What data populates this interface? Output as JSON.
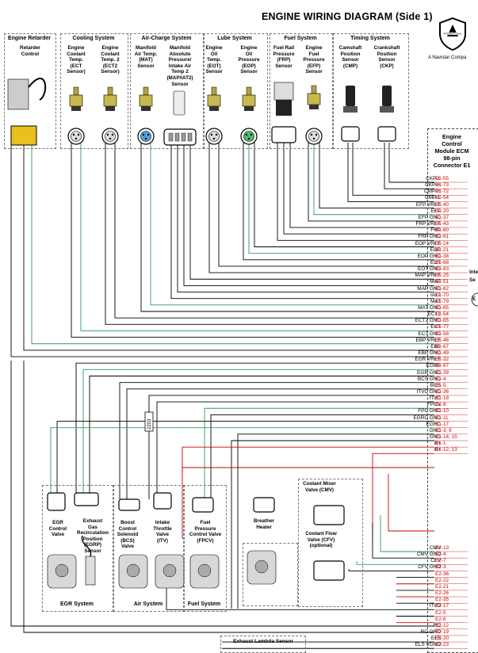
{
  "title": "ENGINE WIRING DIAGRAM (Side 1)",
  "brand": "A Navistar Compa",
  "groups": [
    {
      "header": "Engine Retarder",
      "sensors": [
        "Retarder\nControl"
      ]
    },
    {
      "header": "Cooling System",
      "sensors": [
        "Engine\nCoolant\nTemp.\n(ECT\nSensor)",
        "Engine\nCoolant\nTemp. 2\n(ECT2\nSensor)"
      ]
    },
    {
      "header": "Air-Charge System",
      "sensors": [
        "Manifold\nAir Temp.\n(MAT)\nSensor",
        "Manifold\nAbsolute\nPressure/\nIntake Air\nTemp 2\n(MAP/IAT2)\nSensor"
      ]
    },
    {
      "header": "Lube System",
      "sensors": [
        "Engine\nOil\nTemp.\n(EOT)\nSensor",
        "Engine\nOil\nPressure\n(EOP)\nSensor"
      ]
    },
    {
      "header": "Fuel System",
      "sensors": [
        "Fuel Rail\nPressure\n(FRP)\nSensor",
        "Engine\nFuel\nPressure\n(EFP)\nSensor"
      ]
    },
    {
      "header": "Timing System",
      "sensors": [
        "Camshaft\nPosition\nSensor\n(CMP)",
        "Crankshaft\nPosition\nSensor\n(CKP)"
      ]
    }
  ],
  "ecm": {
    "title": "Engine\nControl\nModule ECM\n98-pin\nConnector E1"
  },
  "side_text": [
    "Inte",
    "Se",
    "E"
  ],
  "pins_e1": [
    {
      "name": "CKP-L",
      "pin": "E1-55"
    },
    {
      "name": "CKP-H",
      "pin": "E1-73"
    },
    {
      "name": "CMP-H",
      "pin": "E1-72"
    },
    {
      "name": "CMP-L",
      "pin": "E1-54"
    },
    {
      "name": "EFP VREF",
      "pin": "E1-40"
    },
    {
      "name": "EFP",
      "pin": "E1-20"
    },
    {
      "name": "EFP GND",
      "pin": "E1-37"
    },
    {
      "name": "FRP VREF",
      "pin": "E1-43"
    },
    {
      "name": "FRP",
      "pin": "E1-60"
    },
    {
      "name": "FRP GND",
      "pin": "E1-61"
    },
    {
      "name": "EOP VREF",
      "pin": "E1-24"
    },
    {
      "name": "EOP",
      "pin": "E1-21"
    },
    {
      "name": "EOP GND",
      "pin": "E1-38"
    },
    {
      "name": "EOT",
      "pin": "E1-68"
    },
    {
      "name": "EOT GND",
      "pin": "E1-83"
    },
    {
      "name": "MAP VREF",
      "pin": "E1-25"
    },
    {
      "name": "MAP",
      "pin": "E1-51"
    },
    {
      "name": "MAP GND",
      "pin": "E1-62"
    },
    {
      "name": "IAT2",
      "pin": "E1-70"
    },
    {
      "name": "MAT",
      "pin": "E1-79"
    },
    {
      "name": "MAT GND",
      "pin": "E1-65"
    },
    {
      "name": "ECT2",
      "pin": "E1-54"
    },
    {
      "name": "ECT2 GND",
      "pin": "E1-65"
    },
    {
      "name": "ECT",
      "pin": "E1-77"
    },
    {
      "name": "ECT GND",
      "pin": "E1-58"
    },
    {
      "name": "EBP VREF",
      "pin": "E1-46"
    },
    {
      "name": "EBP",
      "pin": "E1-67"
    },
    {
      "name": "EBP GND",
      "pin": "E1-49"
    },
    {
      "name": "EGR VREF",
      "pin": "E1-32"
    },
    {
      "name": "EGRP",
      "pin": "E1-87"
    },
    {
      "name": "EGR GND",
      "pin": "E1-39"
    },
    {
      "name": "BCS GND",
      "pin": "E1-4"
    },
    {
      "name": "BCS",
      "pin": "E1-5"
    },
    {
      "name": "ITVC GND",
      "pin": "E1-36"
    },
    {
      "name": "ITVC",
      "pin": "E1-18"
    },
    {
      "name": "FPCV",
      "pin": "E1-8"
    },
    {
      "name": "FPC GND",
      "pin": "E1-10"
    },
    {
      "name": "EGRC GND",
      "pin": "E1-11"
    },
    {
      "name": "EGRC",
      "pin": "E1-17"
    },
    {
      "name": "GND",
      "pin": "E1-3, 9"
    },
    {
      "name": "GND",
      "pin": "E1-14, 15"
    },
    {
      "name": "B+",
      "pin": "E1-1"
    },
    {
      "name": "B+",
      "pin": "E1-12, 13"
    }
  ],
  "pins_e2": [
    {
      "name": "CMV",
      "pin": "E2-13"
    },
    {
      "name": "CMV GND",
      "pin": "E2-4"
    },
    {
      "name": "CFV",
      "pin": "E2-7"
    },
    {
      "name": "CFV GND",
      "pin": "E2-3"
    },
    {
      "name": "",
      "pin": "E2-36"
    },
    {
      "name": "",
      "pin": "E2-22"
    },
    {
      "name": "",
      "pin": "E2-21"
    },
    {
      "name": "",
      "pin": "E2-26"
    },
    {
      "name": "",
      "pin": "E2-35"
    },
    {
      "name": "ITVD",
      "pin": "E2-17"
    },
    {
      "name": "",
      "pin": "E2-5"
    },
    {
      "name": "",
      "pin": "E2-6"
    },
    {
      "name": "RC",
      "pin": "E2-12"
    },
    {
      "name": "RC GND",
      "pin": "E2-19"
    },
    {
      "name": "ELS",
      "pin": "E2-20"
    },
    {
      "name": "ELS VGND",
      "pin": "E2-23"
    }
  ],
  "bottom": {
    "egr_label": "EGR System",
    "air_label": "Air System",
    "fuel_label": "Fuel System",
    "egr_valve": "EGR\nControl\nValve",
    "egrp": "Exhaust\nGas\nRecirculation\nPosition\n(EGRP)\nSensor",
    "bcs": "Boost\nControl\nSolenoid\n(BCS)\nValve",
    "itv": "Intake\nThrottle\nValve\n(ITV)",
    "fpcv": "Fuel\nPressure\nControl Valve\n(FPCV)",
    "breather": "Breather\nHeater",
    "cmv": "Coolant Mixer\nValve (CMV)",
    "cfv": "Coolant Flow\nValve (CFV)\n(optional)",
    "els": "Exhaust Lambda Sensor",
    "resistor": "2203"
  },
  "colors": {
    "wire": "#000000",
    "signal": "#2e9a5a",
    "power": "#cc0000",
    "tag": "#cc0000"
  }
}
